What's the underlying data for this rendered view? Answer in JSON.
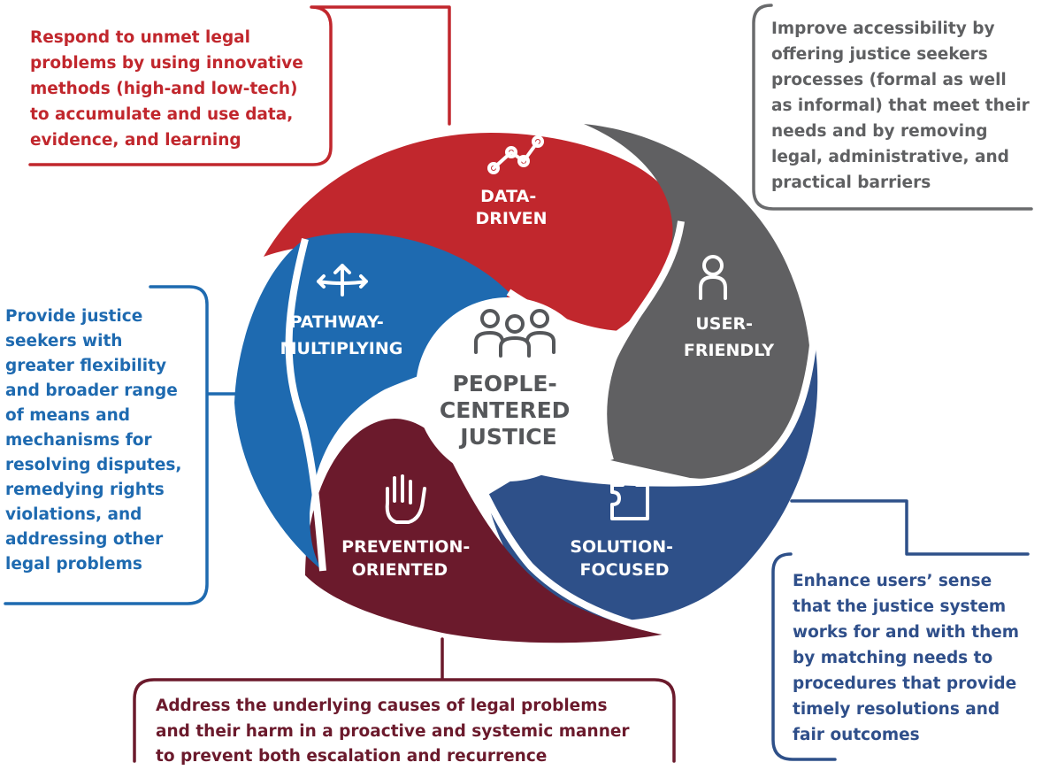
{
  "center": {
    "lines": [
      "PEOPLE-",
      "CENTERED",
      "JUSTICE"
    ],
    "icon": "people-group-icon"
  },
  "segments": [
    {
      "key": "data_driven",
      "lines": [
        "DATA-",
        "DRIVEN"
      ],
      "color": "#c1272d",
      "icon": "line-chart-icon"
    },
    {
      "key": "user_friendly",
      "lines": [
        "USER-",
        "FRIENDLY"
      ],
      "color": "#606062",
      "icon": "person-icon"
    },
    {
      "key": "solution_focused",
      "lines": [
        "SOLUTION-",
        "FOCUSED"
      ],
      "color": "#2e5089",
      "icon": "puzzle-icon"
    },
    {
      "key": "prevention_oriented",
      "lines": [
        "PREVENTION-",
        "ORIENTED"
      ],
      "color": "#6b1a2c",
      "icon": "hand-icon"
    },
    {
      "key": "pathway_multiplying",
      "lines": [
        "PATHWAY-",
        "MULTIPLYING"
      ],
      "color": "#1e6ab0",
      "icon": "branching-arrows-icon"
    }
  ],
  "notes": {
    "data_driven": "Respond to unmet legal\nproblems by using innovative\nmethods (high-and low-tech)\nto accumulate and use data,\nevidence, and learning",
    "user_friendly": "Improve accessibility by\noffering justice seekers\nprocesses (formal as well\nas informal) that meet their\nneeds and by removing\nlegal, administrative, and\npractical barriers",
    "pathway_multiplying": "Provide justice\nseekers with\ngreater flexibility\nand broader range\nof means and\nmechanisms for\nresolving disputes,\nremedying rights\nviolations, and\naddressing other\nlegal problems",
    "solution_focused": "Enhance users’ sense\nthat the justice system\nworks for and with them\nby matching needs to\nprocedures that provide\ntimely resolutions and\nfair outcomes",
    "prevention_oriented": "Address the underlying causes of legal problems\nand their harm in a proactive and systemic manner\nto prevent both escalation and recurrence"
  }
}
